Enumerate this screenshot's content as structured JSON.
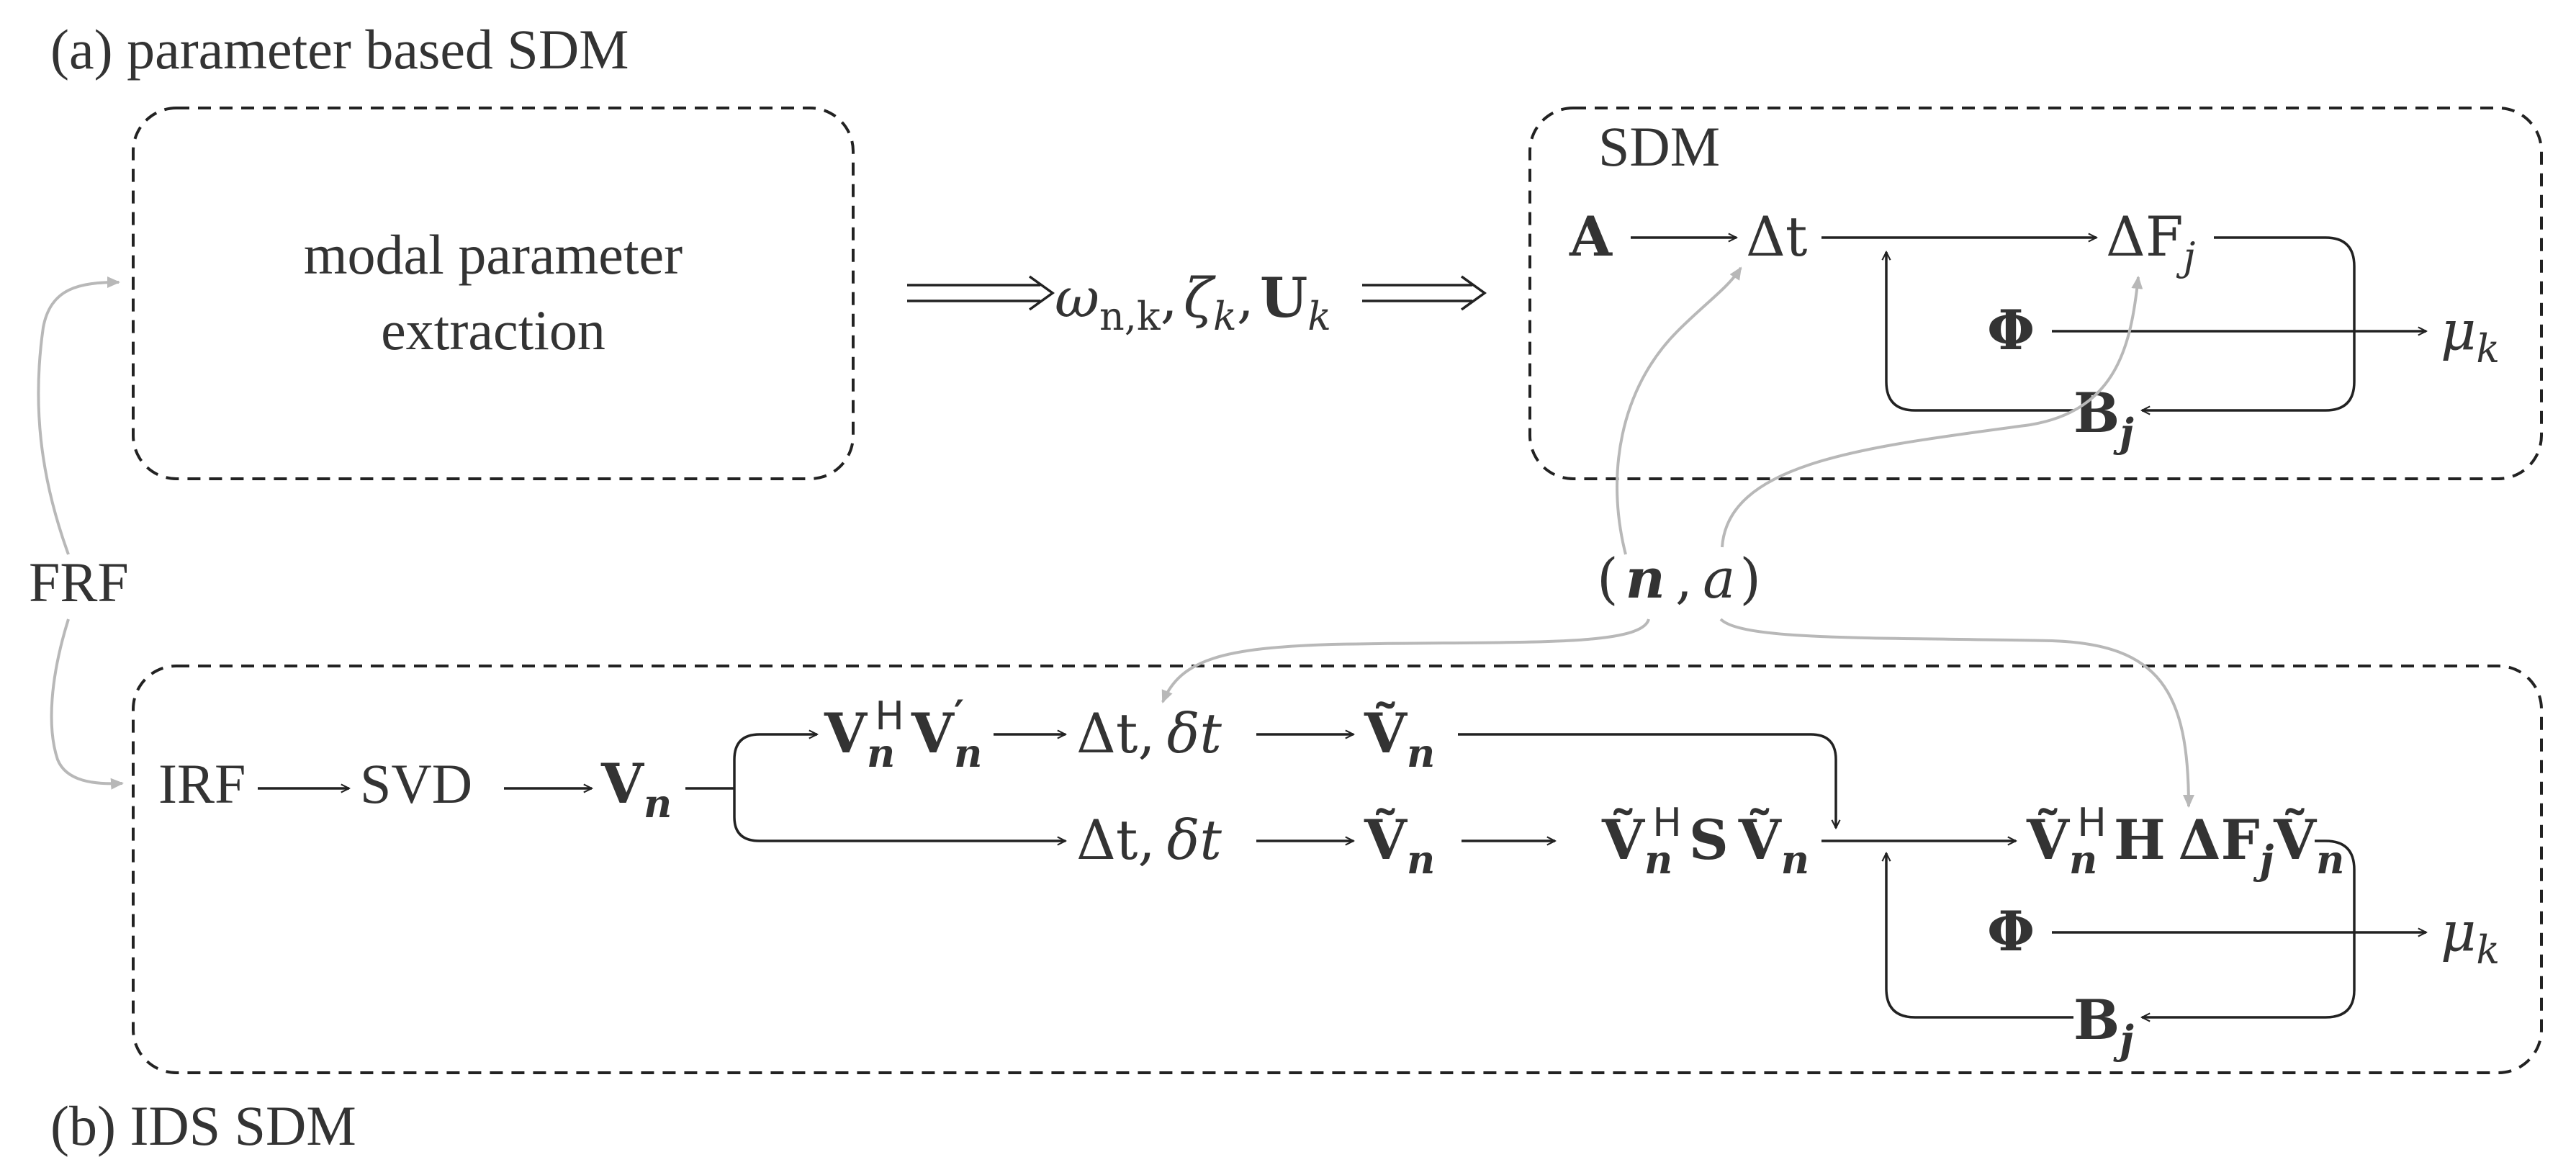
{
  "panels": {
    "a_label": "(a)  parameter based  SDM",
    "b_label": "(b)  IDS SDM"
  },
  "left_box": {
    "line1": "modal parameter",
    "line2": "extraction"
  },
  "flow": {
    "params_omega": "ω",
    "params_omega_sub": "n,k",
    "params_zeta": "ζ",
    "params_zeta_sub": "k",
    "params_U": "U",
    "params_U_sub": "k",
    "sep": ","
  },
  "side_label": "FRF",
  "sdm_box": {
    "title": "SDM",
    "A": "A",
    "dt": "Δt",
    "dF": "ΔF",
    "dF_sub": "j",
    "Phi": "Φ",
    "mu": "μ",
    "mu_sub": "k",
    "B": "B",
    "B_sub": "j"
  },
  "na_label": {
    "open": "(",
    "n": "n",
    "comma": ",",
    "a": "a",
    "close": ")"
  },
  "ids_box": {
    "IRF": "IRF",
    "SVD": "SVD",
    "V": "V",
    "n_sub": "n",
    "H_sup": "H",
    "prime": "′",
    "dt": "Δt",
    "comma": ",",
    "delta_t": "δt",
    "V_tilde": "Ṽ",
    "S": "S",
    "Hmat": "H",
    "dF": "ΔF",
    "j_sub": "j",
    "Phi": "Φ",
    "mu": "μ",
    "k_sub": "k",
    "B": "B"
  }
}
